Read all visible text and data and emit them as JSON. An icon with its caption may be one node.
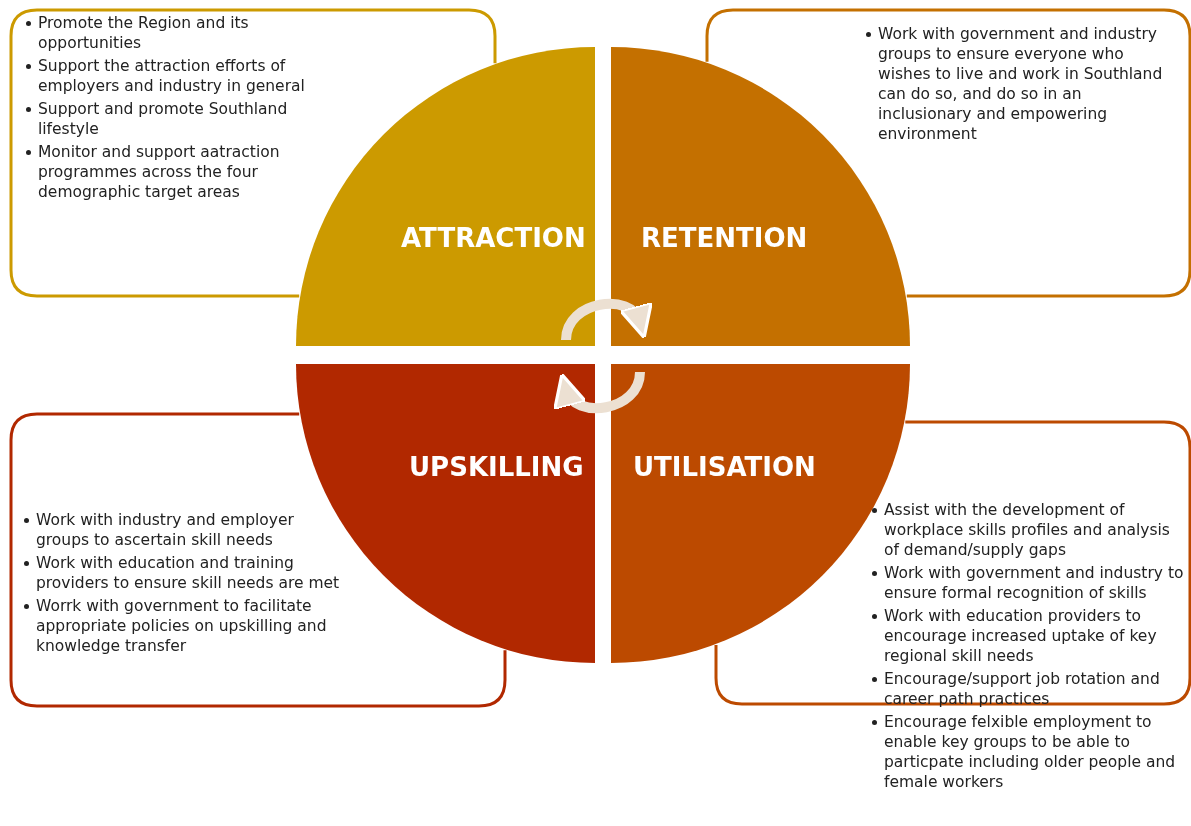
{
  "diagram": {
    "nodes": [
      {
        "text": [
          "ATTRACTION"
        ]
      },
      {
        "text": [
          "RETENTION"
        ]
      },
      {
        "text": [
          "UPSKILLING"
        ]
      },
      {
        "text": [
          "UTILISATION"
        ]
      },
      {
        "text": [
          "Promote the Region and its opportunities",
          "Support the attraction efforts of employers and industry in general",
          "Support and promote Southland lifestyle",
          "Monitor and support aatraction programmes across the four demographic target areas"
        ]
      },
      {
        "text": [
          "Work with government and industry groups to ensure everyone who wishes to live and work in Southland can do so, and do so in an inclusionary and empowering environment"
        ]
      },
      {
        "text": [
          "Work with industry and employer groups to ascertain skill needs",
          "Work with education and training providers to ensure skill needs are met",
          "Worrk with government to facilitate appropriate policies on upskilling and knowledge transfer"
        ]
      },
      {
        "text": [
          "Assist with the development of workplace skills profiles and analysis of demand/supply gaps",
          "Work with government and industry to ensure formal recognition of skills",
          "Work with education providers to encourage increased uptake of key regional skill needs",
          "Encourage/support job rotation and career path practices",
          "Encourage felxible employment to enable key groups to be able to particpate including older people and female workers"
        ]
      }
    ],
    "edges": [
      {
        "from": 0,
        "to": 1,
        "arrow": "to"
      },
      {
        "from": 3,
        "to": 2,
        "arrow": "to"
      }
    ]
  }
}
